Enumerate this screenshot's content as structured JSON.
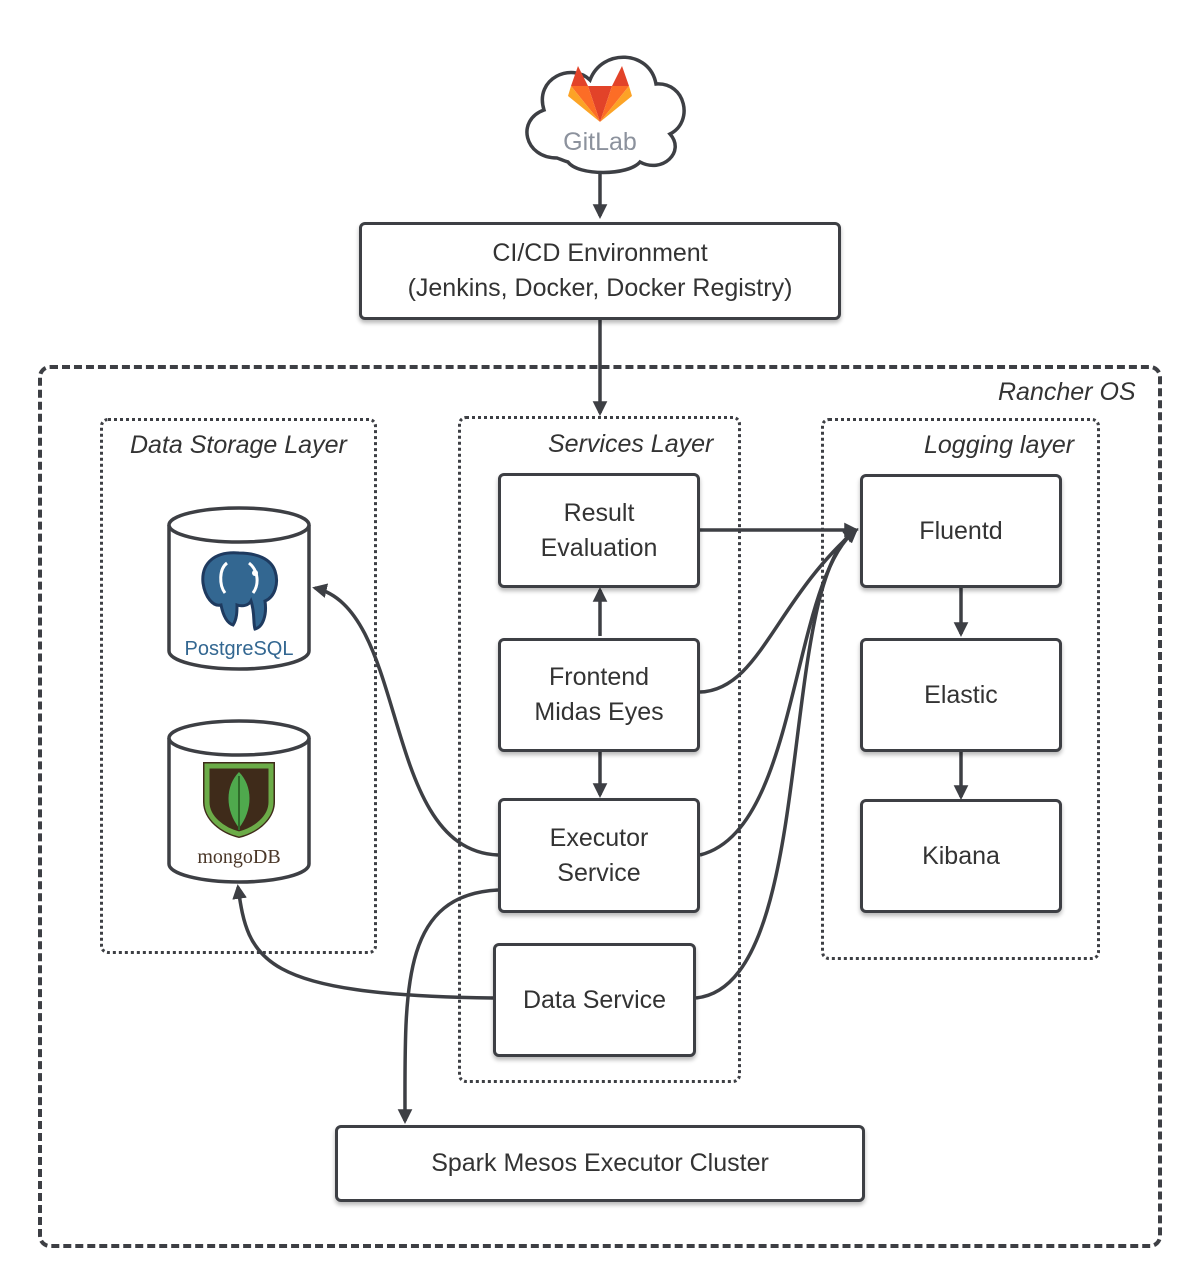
{
  "nodes": {
    "gitlab": "GitLab",
    "cicd": "CI/CD Environment\n(Jenkins, Docker, Docker Registry)",
    "result": "Result\nEvaluation",
    "frontend": "Frontend\nMidas Eyes",
    "executor": "Executor\nService",
    "dataservice": "Data Service",
    "fluentd": "Fluentd",
    "elastic": "Elastic",
    "kibana": "Kibana",
    "spark": "Spark Mesos Executor Cluster"
  },
  "groups": {
    "rancher": "Rancher OS",
    "storage": "Data Storage Layer",
    "services": "Services Layer",
    "logging": "Logging layer"
  },
  "databases": {
    "postgres_logo": "PostgreSQL",
    "mongo_logo": "mongoDB"
  },
  "colors": {
    "stroke": "#3d3f44",
    "gitlab_orange": "#fc6d26",
    "gitlab_red": "#e24329",
    "gitlab_light": "#fca326",
    "postgres_blue": "#336791",
    "mongo_green": "#4fa94d"
  },
  "icons": [
    "gitlab-logo-icon",
    "postgresql-elephant-icon",
    "mongodb-leaf-icon"
  ]
}
